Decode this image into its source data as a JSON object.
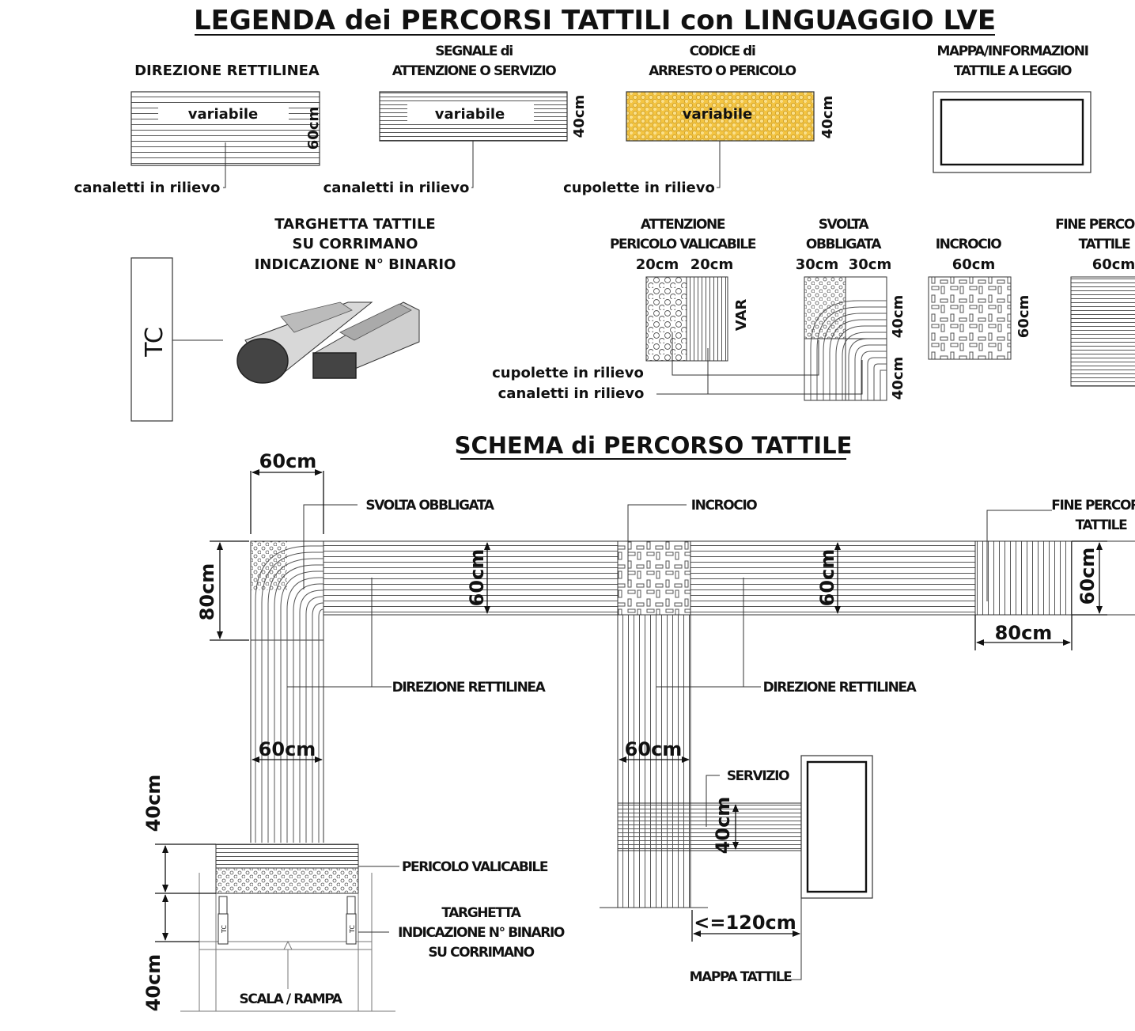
{
  "title": "LEGENDA dei PERCORSI TATTILI con LINGUAGGIO LVE",
  "legend": {
    "direzione": {
      "title": "DIREZIONE RETTILINEA",
      "inner": "variabile",
      "dim": "60cm",
      "callout": "canaletti in rilievo"
    },
    "segnale": {
      "title_1": "SEGNALE di",
      "title_2": "ATTENZIONE O SERVIZIO",
      "inner": "variabile",
      "dim": "40cm",
      "callout": "canaletti in rilievo"
    },
    "codice": {
      "title_1": "CODICE di",
      "title_2": "ARRESTO O PERICOLO",
      "inner": "variabile",
      "dim": "40cm",
      "callout": "cupolette in rilievo",
      "fill_color": "#f4c542"
    },
    "mappa": {
      "title_1": "MAPPA/INFORMAZIONI",
      "title_2": "TATTILE A LEGGIO"
    },
    "targhetta": {
      "title_1": "TARGHETTA TATTILE",
      "title_2": "SU CORRIMANO",
      "title_3": "INDICAZIONE N° BINARIO",
      "tc": "TC"
    },
    "attenzione": {
      "title_1": "ATTENZIONE",
      "title_2": "PERICOLO VALICABILE",
      "dim_a": "20cm",
      "dim_b": "20cm",
      "side": "VAR"
    },
    "svolta": {
      "title_1": "SVOLTA",
      "title_2": "OBBLIGATA",
      "dim_a": "30cm",
      "dim_b": "30cm",
      "side_a": "40cm",
      "side_b": "40cm"
    },
    "incrocio": {
      "title": "INCROCIO",
      "dim": "60cm",
      "side": "60cm"
    },
    "fine": {
      "title_1": "FINE PERCO",
      "title_2": "TATTILE",
      "dim": "60cm"
    },
    "callout_cupolette": "cupolette in rilievo",
    "callout_canaletti": "canaletti in rilievo"
  },
  "schema": {
    "title": "SCHEMA di PERCORSO TATTILE",
    "svolta_obbligata": "SVOLTA OBBLIGATA",
    "incrocio": "INCROCIO",
    "fine_1": "FINE PERCOR",
    "fine_2": "TATTILE",
    "direzione_1": "DIREZIONE RETTILINEA",
    "direzione_2": "DIREZIONE RETTILINEA",
    "servizio": "SERVIZIO",
    "pericolo": "PERICOLO VALICABILE",
    "targhetta_1": "TARGHETTA",
    "targhetta_2": "INDICAZIONE N° BINARIO",
    "targhetta_3": "SU CORRIMANO",
    "scala": "SCALA / RAMPA",
    "mappa": "MAPPA TATTILE",
    "tc": "TC",
    "dims": {
      "top_60": "60cm",
      "left_80": "80cm",
      "h1_60": "60cm",
      "h2_60": "60cm",
      "fine_60": "60cm",
      "fine_80": "80cm",
      "v1_60": "60cm",
      "v2_60": "60cm",
      "serv_40": "40cm",
      "dist_120": "<=120cm",
      "left_40a": "40cm",
      "left_40b": "40cm"
    }
  }
}
